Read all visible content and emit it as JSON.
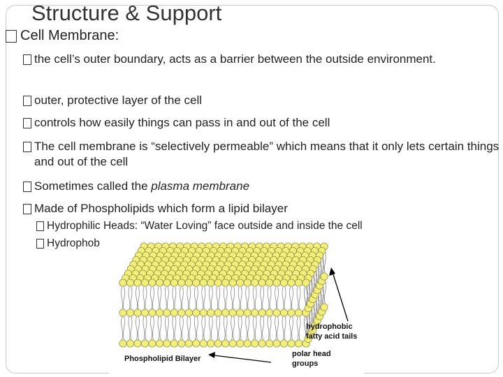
{
  "slide": {
    "title": "Structure & Support",
    "heading": "Cell Membrane:",
    "bullets": [
      "the cell’s outer boundary, acts as a barrier between the outside environment.",
      "outer, protective layer of the cell",
      "controls how easily things can pass in and out of the cell",
      "The cell membrane is “selectively permeable” which means that it only lets certain things in and out of the cell"
    ],
    "plasma": {
      "prefix": "Sometimes called the ",
      "term": "plasma membrane"
    },
    "phospho": "Made of Phospholipids which form a lipid bilayer",
    "subs": [
      "Hydrophilic Heads: “Water Loving” face outside and inside the cell",
      "Hydrophob"
    ]
  },
  "diagram": {
    "label_main": "Phospholipid Bilayer",
    "label_tails_1": "hydrophobic",
    "label_tails_2": "fatty acid tails",
    "label_heads_1": "polar head",
    "label_heads_2": "groups",
    "colors": {
      "head": "#f2ee7c",
      "head_stroke": "#8a8a3a",
      "tail": "#888888",
      "arrow": "#000000"
    },
    "icons": [
      "checkbox-bullet-icon"
    ]
  }
}
